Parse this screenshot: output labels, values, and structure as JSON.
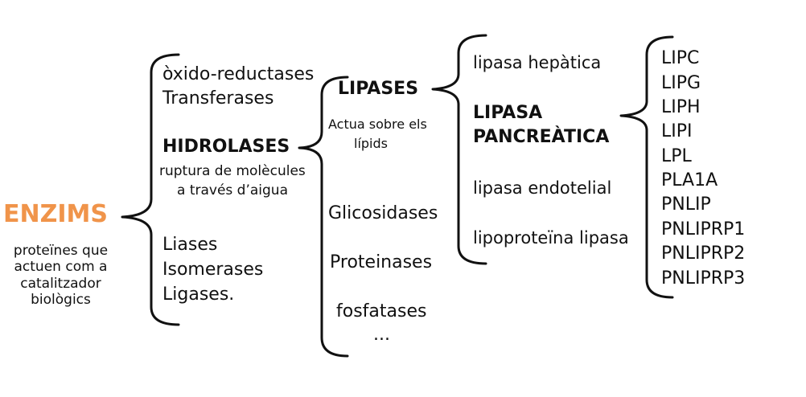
{
  "root": {
    "title": "ENZIMS",
    "description": "proteïnes que actuen com a  catalitzador biològics"
  },
  "classes": {
    "oxido": "òxido-reductases",
    "transferases": "Transferases",
    "hidrolases": "HIDROLASES",
    "hidrolases_desc_1": "ruptura de molècules",
    "hidrolases_desc_2": "a través d’aigua",
    "liases": "Liases",
    "isomerases": "Isomerases",
    "ligases": "Ligases."
  },
  "hydrolases": {
    "lipases": "LIPASES",
    "lipases_desc_1": "Actua sobre els",
    "lipases_desc_2": "lípids",
    "glicosidases": "Glicosidases",
    "proteinases": "Proteinases",
    "fosfatases": "fosfatases",
    "ellipsis": "..."
  },
  "lipases": {
    "hepatica": "lipasa hepàtica",
    "pancreatica_1": "LIPASA",
    "pancreatica_2": "PANCREÀTICA",
    "endotelial": "lipasa endotelial",
    "lipoproteina": "lipoproteïna lipasa"
  },
  "genes": [
    "LIPC",
    "LIPG",
    "LIPH",
    "LIPI",
    "LPL",
    "PLA1A",
    "PNLIP",
    "PNLIPRP1",
    "PNLIPRP2",
    "PNLIPRP3"
  ]
}
